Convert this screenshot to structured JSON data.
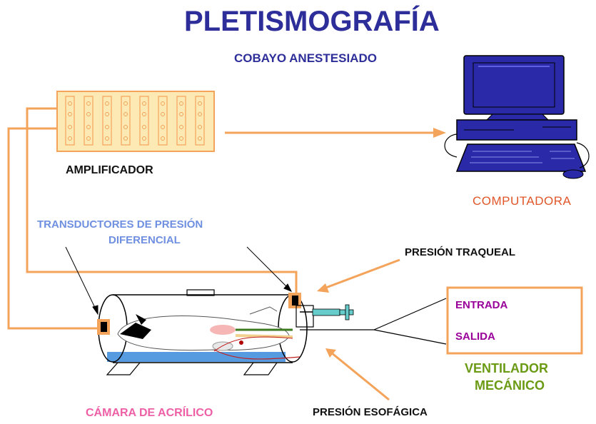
{
  "title": "PLETISMOGRAFÍA",
  "subtitle": "COBAYO ANESTESIADO",
  "labels": {
    "amplifier": "AMPLIFICADOR",
    "computer": "COMPUTADORA",
    "transducers_line1": "TRANSDUCTORES  DE PRESIÓN",
    "transducers_line2": "DIFERENCIAL",
    "tracheal_pressure": "PRESIÓN TRAQUEAL",
    "inlet": "ENTRADA",
    "outlet": "SALIDA",
    "ventilator_line1": "VENTILADOR",
    "ventilator_line2": "MECÁNICO",
    "chamber": "CÁMARA DE ACRÍLICO",
    "esophageal_pressure": "PRESIÓN ESOFÁGICA"
  },
  "colors": {
    "title": "#2e2e9a",
    "orange": "#f4a35a",
    "amplifier_fill": "#fde9b4",
    "computer_text": "#e0562a",
    "transducer_text": "#6f8fe0",
    "purple": "#990099",
    "green": "#6b9a14",
    "pink": "#ee5fa6",
    "monitor_blue": "#2a2aa8"
  },
  "icons": [
    "amplifier-icon",
    "computer-icon",
    "acrylic-chamber-icon",
    "guinea-pig-icon",
    "syringe-icon",
    "transducer-icon"
  ]
}
